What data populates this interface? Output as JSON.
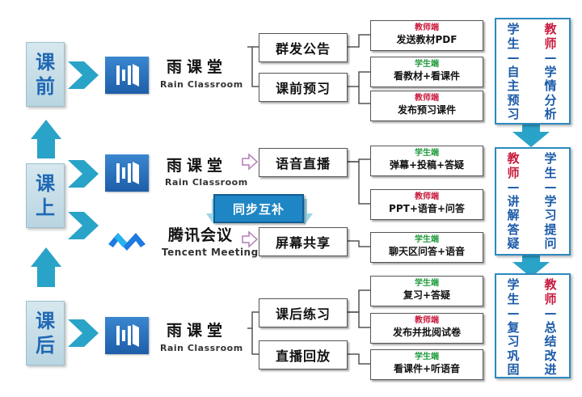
{
  "phases": {
    "before": [
      "课",
      "前"
    ],
    "during": [
      "课",
      "上"
    ],
    "after": [
      "课",
      "后"
    ]
  },
  "brands": {
    "rain": {
      "name": "雨课堂",
      "sub": "Rain Classroom"
    },
    "tencent": {
      "name": "腾讯会议",
      "sub": "Tencent Meeting"
    }
  },
  "sync_label": "同步互补",
  "before": {
    "actions": [
      "群发公告",
      "课前预习"
    ],
    "details": [
      {
        "role": "教师端",
        "text": "发送教材PDF"
      },
      {
        "role": "学生端",
        "text": "看教材+看课件"
      },
      {
        "role": "教师端",
        "text": "发布预习课件"
      }
    ],
    "outcome": {
      "left": {
        "head": "学生",
        "body": "自主预习"
      },
      "right": {
        "head": "教师",
        "body": "学情分析"
      }
    }
  },
  "during": {
    "actions": [
      "语音直播",
      "屏幕共享"
    ],
    "details": [
      {
        "role": "学生端",
        "text": "弹幕+投稿+答疑"
      },
      {
        "role": "教师端",
        "text": "PPT+语音+问答"
      },
      {
        "role": "学生端",
        "text": "聊天区问答+语音"
      }
    ],
    "outcome": {
      "left": {
        "head": "教师",
        "body": "讲解答疑"
      },
      "right": {
        "head": "学生",
        "body": "学习提问"
      }
    }
  },
  "after": {
    "actions": [
      "课后练习",
      "直播回放"
    ],
    "details": [
      {
        "role": "学生端",
        "text": "复习+答疑"
      },
      {
        "role": "教师端",
        "text": "发布并批阅试卷"
      },
      {
        "role": "学生端",
        "text": "看课件+听语音"
      }
    ],
    "outcome": {
      "left": {
        "head": "学生",
        "body": "复习巩固"
      },
      "right": {
        "head": "教师",
        "body": "总结改进"
      }
    }
  }
}
